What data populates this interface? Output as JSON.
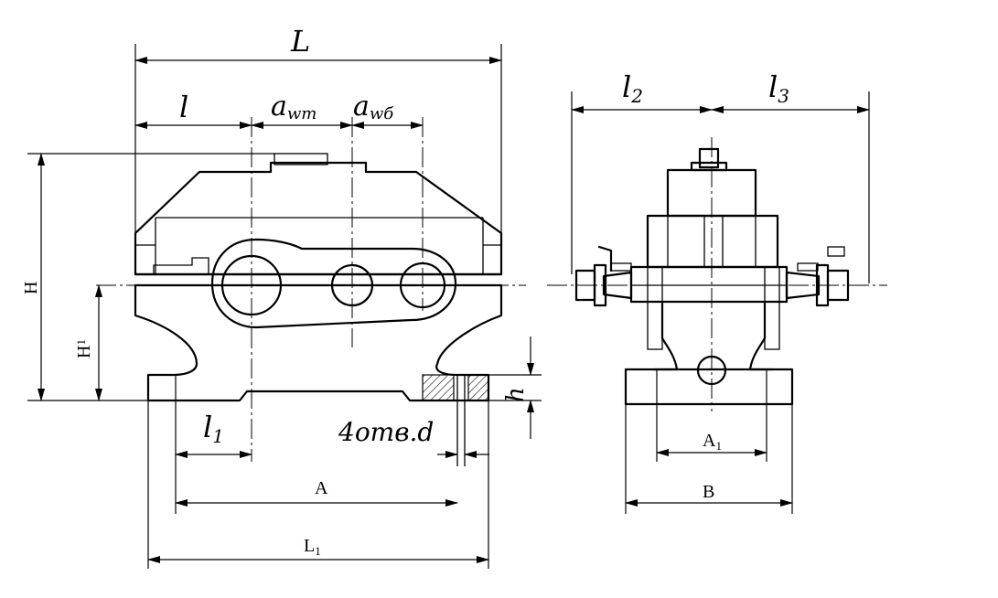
{
  "labels": {
    "L": "L",
    "l": "l",
    "a_wt": "a",
    "a_wt_sub": "wт",
    "a_wb": "a",
    "a_wb_sub": "wб",
    "l2": "l",
    "l2_sub": "2",
    "l3": "l",
    "l3_sub": "3",
    "H": "H",
    "H1": "H",
    "H1_sub": "1",
    "h": "h",
    "l1": "l",
    "l1_sub": "1",
    "holes": "4отв.d",
    "A": "A",
    "L1": "L",
    "L1_sub": "1",
    "A1": "A",
    "A1_sub": "1",
    "B": "B"
  }
}
